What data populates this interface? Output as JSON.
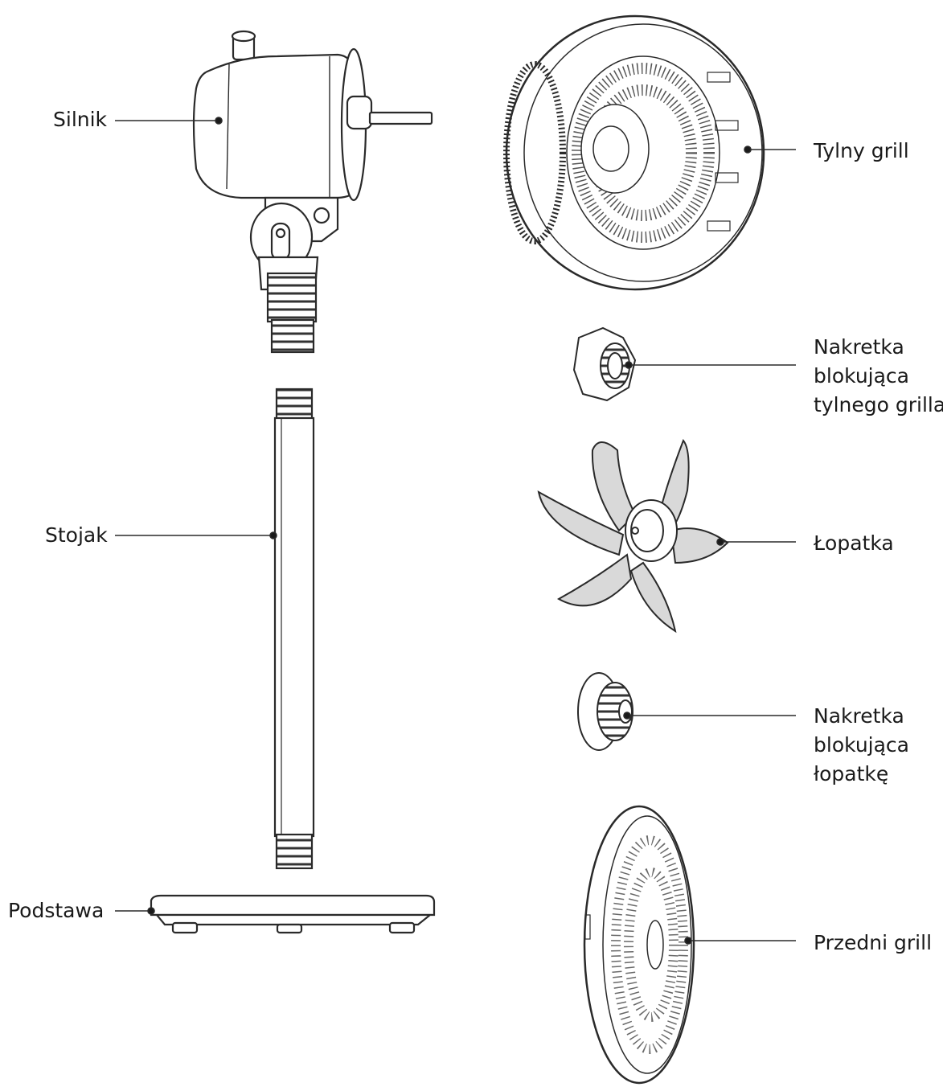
{
  "parts": {
    "silnik": "Silnik",
    "stojak": "Stojak",
    "podstawa": "Podstawa",
    "tylny_grill": "Tylny grill",
    "nakretka_tylnego": [
      "Nakretka",
      "blokująca",
      "tylnego grilla"
    ],
    "lopatka": "Łopatka",
    "nakretka_lopatki": [
      "Nakretka",
      "blokująca",
      "łopatkę"
    ],
    "przedni_grill": "Przedni grill"
  },
  "colors": {
    "line": "#2a2a2a",
    "fill_light": "#ffffff",
    "fill_grey": "#d9d9d9"
  }
}
